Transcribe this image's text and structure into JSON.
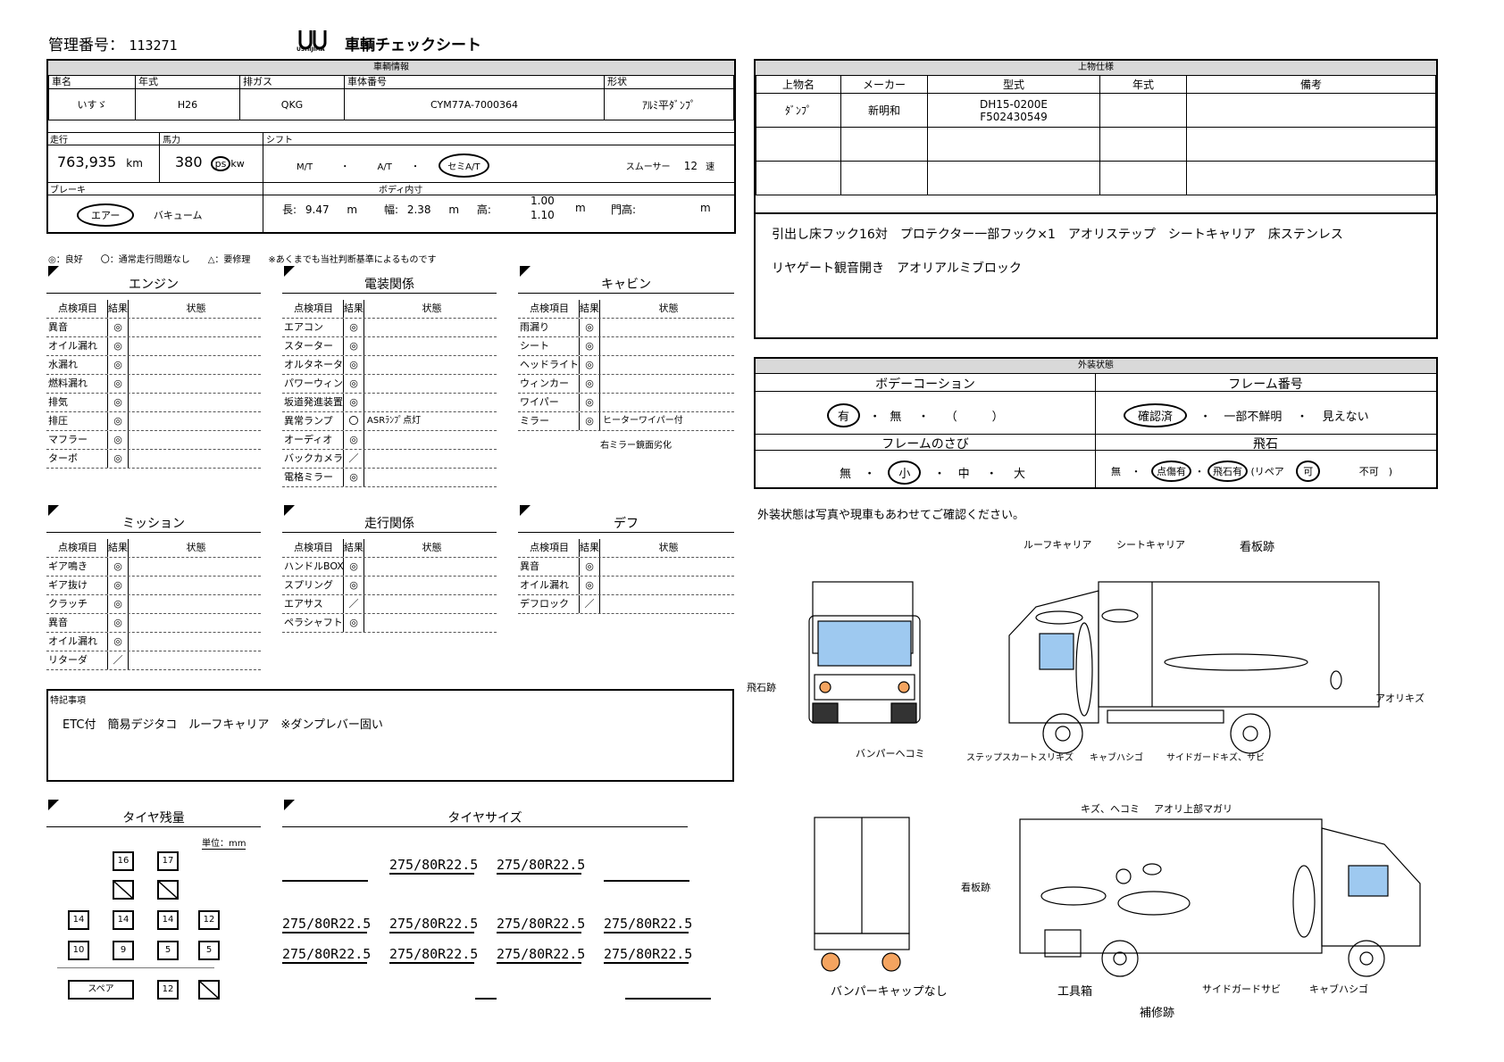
{
  "header": {
    "mgmt_label": "管理番号：",
    "mgmt_no": "113271",
    "logo_text": "USHIJIMA",
    "title": "車輌チェックシート"
  },
  "vehicle": {
    "section": "車輌情報",
    "labels": {
      "name": "車名",
      "year": "年式",
      "emission": "排ガス",
      "chassis": "車体番号",
      "shape": "形状",
      "mileage": "走行",
      "hp": "馬力",
      "shift": "シフト",
      "brake": "ブレーキ",
      "body_inner": "ボディ内寸"
    },
    "name": "いすゞ",
    "year": "H26",
    "emission": "QKG",
    "chassis": "CYM77A-7000364",
    "shape": "ｱﾙﾐ平ﾀﾞﾝﾌﾟ",
    "mileage": "763,935",
    "mileage_unit": "km",
    "hp": "380",
    "hp_unit_ps": "ps",
    "hp_unit_kw": "kw",
    "shift_mt": "M/T",
    "shift_at": "A/T",
    "shift_semi": "セミA/T",
    "smoother_label": "スムーサー",
    "gears": "12",
    "gears_unit": "速",
    "brake_air": "エアー",
    "brake_vacuum": "バキューム",
    "length_label": "長:",
    "length": "9.47",
    "width_label": "幅:",
    "width": "2.38",
    "height_label": "高:",
    "height1": "1.00",
    "height2": "1.10",
    "gate_label": "門高:",
    "unit_m": "m"
  },
  "legend": "◎：良好　　〇：通常走行問題なし　　△：要修理　　※あくまでも当社判断基準によるものです",
  "check_header": {
    "item": "点検項目",
    "result": "結果",
    "status": "状態"
  },
  "engine": {
    "title": "エンジン",
    "rows": [
      [
        "異音",
        "◎",
        ""
      ],
      [
        "オイル漏れ",
        "◎",
        ""
      ],
      [
        "水漏れ",
        "◎",
        ""
      ],
      [
        "燃料漏れ",
        "◎",
        ""
      ],
      [
        "排気",
        "◎",
        ""
      ],
      [
        "排圧",
        "◎",
        ""
      ],
      [
        "マフラー",
        "◎",
        ""
      ],
      [
        "ターボ",
        "◎",
        ""
      ]
    ]
  },
  "electric": {
    "title": "電装関係",
    "rows": [
      [
        "エアコン",
        "◎",
        ""
      ],
      [
        "スターター",
        "◎",
        ""
      ],
      [
        "オルタネーター",
        "◎",
        ""
      ],
      [
        "パワーウィンド",
        "◎",
        ""
      ],
      [
        "坂道発進装置",
        "◎",
        ""
      ],
      [
        "異常ランプ",
        "〇",
        "ASRﾗﾝﾌﾟ点灯"
      ],
      [
        "オーディオ",
        "◎",
        ""
      ],
      [
        "バックカメラ",
        "／",
        ""
      ],
      [
        "電格ミラー",
        "◎",
        ""
      ]
    ]
  },
  "cabin": {
    "title": "キャビン",
    "rows": [
      [
        "雨漏り",
        "◎",
        ""
      ],
      [
        "シート",
        "◎",
        ""
      ],
      [
        "ヘッドライト",
        "◎",
        ""
      ],
      [
        "ウィンカー",
        "◎",
        ""
      ],
      [
        "ワイパー",
        "◎",
        ""
      ],
      [
        "ミラー",
        "◎",
        "ヒーターワイパー付"
      ]
    ],
    "note": "右ミラー鏡面劣化"
  },
  "mission": {
    "title": "ミッション",
    "rows": [
      [
        "ギア鳴き",
        "◎",
        ""
      ],
      [
        "ギア抜け",
        "◎",
        ""
      ],
      [
        "クラッチ",
        "◎",
        ""
      ],
      [
        "異音",
        "◎",
        ""
      ],
      [
        "オイル漏れ",
        "◎",
        ""
      ],
      [
        "リターダ",
        "／",
        ""
      ]
    ]
  },
  "running": {
    "title": "走行関係",
    "rows": [
      [
        "ハンドルBOX",
        "◎",
        ""
      ],
      [
        "スプリング",
        "◎",
        ""
      ],
      [
        "エアサス",
        "／",
        ""
      ],
      [
        "ペラシャフト",
        "◎",
        ""
      ]
    ]
  },
  "diff": {
    "title": "デフ",
    "rows": [
      [
        "異音",
        "◎",
        ""
      ],
      [
        "オイル漏れ",
        "◎",
        ""
      ],
      [
        "デフロック",
        "／",
        ""
      ]
    ]
  },
  "remarks": {
    "label": "特記事項",
    "text": "ETC付　簡易デジタコ　ルーフキャリア　※ダンプレバー固い"
  },
  "tire_remain": {
    "title": "タイヤ残量",
    "unit": "単位：mm",
    "row1": [
      "16",
      "17"
    ],
    "row3": [
      "14",
      "14",
      "14",
      "12"
    ],
    "row4": [
      "10",
      "9",
      "5",
      "5"
    ],
    "spare_label": "スペア",
    "spare": "12"
  },
  "tire_size": {
    "title": "タイヤサイズ",
    "row1": [
      "275/80R22.5",
      "275/80R22.5"
    ],
    "row2": [
      "275/80R22.5",
      "275/80R22.5",
      "275/80R22.5",
      "275/80R22.5"
    ],
    "row3": [
      "275/80R22.5",
      "275/80R22.5",
      "275/80R22.5",
      "275/80R22.5"
    ]
  },
  "body_spec": {
    "section": "上物仕様",
    "headers": [
      "上物名",
      "メーカー",
      "型式",
      "年式",
      "備考"
    ],
    "row1": {
      "name": "ﾀﾞﾝﾌﾟ",
      "maker": "新明和",
      "model1": "DH15-0200E",
      "model2": "F502430549",
      "year": "",
      "note": ""
    },
    "notes1": "引出し床フック16対　プロテクター一部フック×1　アオリステップ　シートキャリア　床ステンレス",
    "notes2": "リヤゲート観音開き　アオリアルミブロック"
  },
  "exterior": {
    "section": "外装状態",
    "coat_title": "ボデーコーション",
    "coat_yes": "有",
    "coat_no": "無",
    "coat_paren": "（　　　）",
    "frame_no_title": "フレーム番号",
    "frame_ok": "確認済",
    "frame_partial": "一部不鮮明",
    "frame_invisible": "見えない",
    "rust_title": "フレームのさび",
    "rust_none": "無",
    "rust_small": "小",
    "rust_mid": "中",
    "rust_big": "大",
    "stone_title": "飛石",
    "stone_none": "無",
    "stone_dent": "点傷有",
    "stone_crack": "飛石有",
    "stone_repair": "(リペア",
    "stone_ok": "可",
    "stone_ng": "不可　)",
    "note": "外装状態は写真や現車もあわせてご確認ください。"
  },
  "diagram_labels": {
    "roof_carrier": "ルーフキャリア",
    "sheet_carrier": "シートキャリア",
    "sign_mark": "看板跡",
    "stone_mark": "飛石跡",
    "aori_scratch": "アオリキズ",
    "bumper_dent": "バンパーヘコミ",
    "step_skirt": "ステップスカートスリキズ",
    "cab_hashigo": "キャブハシゴ",
    "side_guard": "サイドガードキズ、サビ",
    "scratch_dent": "キズ、ヘコミ",
    "aori_bend": "アオリ上部マガリ",
    "sign_mark2": "看板跡",
    "no_bumper_cap": "バンパーキャップなし",
    "tool_box": "工具箱",
    "repair_mark": "補修跡",
    "side_guard_rust": "サイドガードサビ",
    "cab_hashigo2": "キャブハシゴ"
  }
}
